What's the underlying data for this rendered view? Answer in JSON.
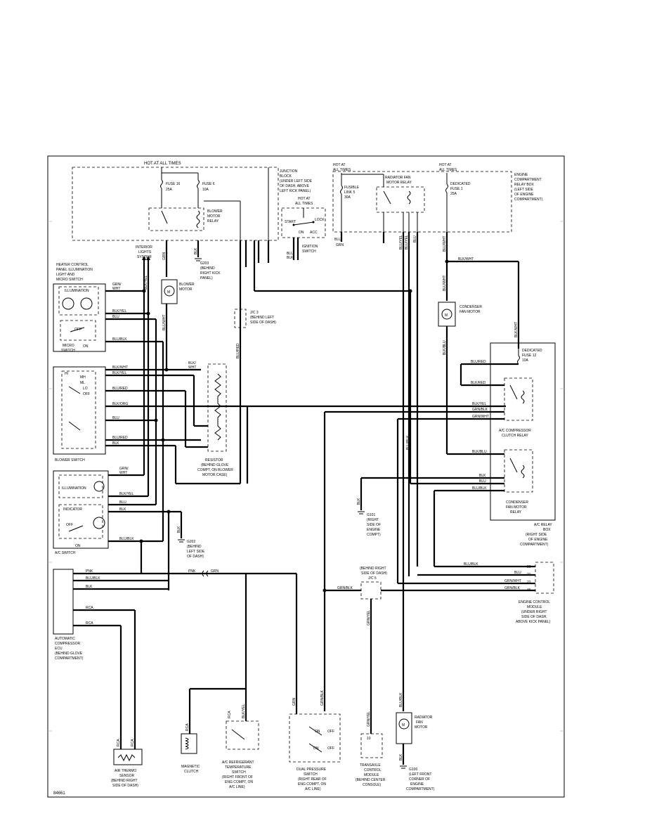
{
  "junction_block": {
    "hot": "HOT AT ALL TIMES",
    "fuse16": [
      "FUSE 16",
      "25A"
    ],
    "fuse6": [
      "FUSE 6",
      "10A"
    ],
    "blower_relay": [
      "BLOWER",
      "MOTOR",
      "RELAY"
    ],
    "title": [
      "JUNCTION",
      "BLOCK",
      "(UNDER LEFT SIDE",
      "OF DASH, ABOVE",
      "LEFT KICK PANEL)"
    ]
  },
  "ignition": {
    "hot": [
      "HOT AT",
      "ALL TIMES"
    ],
    "positions": [
      "START",
      "LOCK",
      "ON",
      "ACC"
    ],
    "title": [
      "IGNITION",
      "SWITCH"
    ],
    "wires": [
      "BLU/",
      "BLK"
    ]
  },
  "engine_box": {
    "hot_left": [
      "HOT AT",
      "ALL TIMES"
    ],
    "hot_right": [
      "HOT AT",
      "ALL TIMES"
    ],
    "fusible": [
      "FUSIBLE",
      "LINK 5",
      "30A"
    ],
    "fan_relay": [
      "RADIATOR FAN",
      "MOTOR RELAY"
    ],
    "fuse1": [
      "DEDICATED",
      "FUSE 1",
      "25A"
    ],
    "title": [
      "ENGINE",
      "COMPARTMENT",
      "RELAY BOX",
      "(LEFT SIDE",
      "OF ENGINE",
      "COMPARTMENT)"
    ]
  },
  "wire_labels": {
    "blu_grn": [
      "BLU",
      "GRN"
    ],
    "top_col1": "BLU/YEL",
    "top_col2": "BLU/YEL",
    "top_col3": "BLU",
    "blu_wht": "BLU/WHT",
    "blk_wht": "BLK/WHT",
    "blu_wht_v": "BLU/WHT",
    "blk_wht_v": "BLK/WHT",
    "blu_blk_v": "BLU/BLK",
    "blu_red_v": "BLU/RED",
    "blu_red_rel": "BLU/RED",
    "blk_red": "BLK/RED",
    "blk_yel": "BLK/YEL",
    "grn_blk": "GRN/BLK",
    "grn_wht": "GRN/WHT",
    "blk_blu": "BLK/BLU",
    "blk": "BLK",
    "blu": "BLU",
    "blu_blk": "BLU/BLK",
    "grn": "GRN",
    "grn_v": "GRN",
    "blk_v": "BLK",
    "pnk": "PNK",
    "grn_blk_v": "GRN/BLK",
    "grn_yel_v": "GRN/YEL",
    "blk_yel_v": "BLK/YEL",
    "blu_blk_h": "BLU/BLK",
    "blu_h": "BLU",
    "grn_wht_h": "GRN/WHT",
    "grn_blk_h": "GRN/BLK"
  },
  "ground_g203": [
    "G203",
    "(BEHIND",
    "RIGHT KICK",
    "PANEL)"
  ],
  "interior_lights": [
    "INTERIOR",
    "LIGHTS",
    "SYSTEM"
  ],
  "blower_motor": [
    "BLOWER",
    "MOTOR"
  ],
  "jc3": [
    "J/C 3",
    "(BEHIND LEFT",
    "SIDE OF DASH)"
  ],
  "heater_panel": {
    "title": [
      "HEATER CONTROL",
      "PANEL ILLUMINATION",
      "LIGHT AND",
      "MICRO SWITCH"
    ],
    "illumination": "ILLUMINATION",
    "off": "OFF",
    "on": "ON",
    "micro": [
      "MICRO",
      "SWITCH"
    ],
    "wires": [
      "GRN/",
      "WHT",
      "BLK/YEL",
      "BLU",
      "BLU/BLK"
    ]
  },
  "blower_switch": {
    "title": "BLOWER SWITCH",
    "positions": [
      "HI",
      "MH",
      "ML",
      "LO",
      "OFF"
    ],
    "wires": [
      "BLK/WHT",
      "BLK/YEL",
      "BLU/RED",
      "BLK/ORG",
      "BLU",
      "BLU/RED",
      "BLK"
    ]
  },
  "resistor": {
    "title": [
      "RESISTOR",
      "(BEHIND GLOVE",
      "COMPT, ON BLOWER",
      "MOTOR CASE)"
    ],
    "wires": [
      "BLK/",
      "WHT"
    ]
  },
  "ac_switch": {
    "title": "A/C SWITCH",
    "illumination": "ILLUMINATION",
    "indicator": "INDICATOR",
    "off": "OFF",
    "on": "ON",
    "wires": [
      "GRN/",
      "WHT",
      "BLK/YEL",
      "BLU",
      "BLK",
      "BLU/BLK"
    ]
  },
  "ground_g202": [
    "G202",
    "(BEHIND",
    "LEFT SIDE",
    "OF DASH)"
  ],
  "ground_g101": [
    "G101",
    "(RIGHT",
    "SIDE OF",
    "ENGINE",
    "COMPT)"
  ],
  "condenser_motor": [
    "CONDENSER",
    "FAN MOTOR"
  ],
  "relay_box": {
    "fuse12": [
      "DEDICATED",
      "FUSE 12",
      "10A"
    ],
    "clutch_relay": [
      "A/C COMPRESSOR",
      "CLUTCH RELAY"
    ],
    "fan_relay": [
      "CONDENSER",
      "FAN MOTOR",
      "RELAY"
    ],
    "title": [
      "A/C RELAY",
      "BOX",
      "(RIGHT SIDE",
      "OF ENGINE",
      "COMPARTMENT)"
    ]
  },
  "jc5": [
    "(BEHIND RIGHT",
    "SIDE OF DASH)",
    "J/C 5"
  ],
  "ecm": {
    "pins": [
      "20",
      "21",
      "22",
      "45"
    ],
    "title": [
      "ENGINE CONTROL",
      "MODULE",
      "(UNDER RIGHT",
      "SIDE OF DASH,",
      "ABOVE KICK PANEL)"
    ]
  },
  "auto_ecu": {
    "title": [
      "AUTOMATIC",
      "COMPRESSOR",
      "ECU",
      "(BEHIND GLOVE",
      "COMPARTMENT)"
    ],
    "wires": [
      "PNK",
      "BLU/BLK",
      "BLK",
      "RCA",
      "RCA"
    ]
  },
  "air_thermo": {
    "title": [
      "AIR THERMO",
      "SENSOR",
      "(BEHIND RIGHT",
      "SIDE OF DASH)"
    ],
    "wires": [
      "RCA",
      "RCA"
    ]
  },
  "clutch": {
    "title": [
      "MAGNETIC",
      "CLUTCH"
    ],
    "wire": "RCA"
  },
  "refrig_switch": {
    "title": [
      "A/C REFRIGERANT",
      "TEMPERATURE",
      "SWITCH",
      "(RIGHT FRONT OF",
      "ENG COMPT, ON",
      "A/C LINE)"
    ],
    "wires": [
      "RCA",
      "BLK/YEL"
    ]
  },
  "dual_pressure": {
    "title": [
      "DUAL PRESSURE",
      "SWITCH",
      "(RIGHT REAR OF",
      "ENG COMPT, ON",
      "A/C LINE)"
    ],
    "labels": [
      "ON",
      "OFF",
      "ON",
      "OFF"
    ],
    "wires": [
      "GRN",
      "GRN/BLK"
    ]
  },
  "transaxle": {
    "title": [
      "TRANSAXLE",
      "CONTROL",
      "MODULE",
      "(BEHIND CENTER",
      "CONSOLE)"
    ],
    "wire": "GRN/YEL",
    "pin": "10"
  },
  "radiator_motor": {
    "title": [
      "RADIATOR",
      "FAN",
      "MOTOR"
    ],
    "wire": "BLU/BLK",
    "wire2": "BLK"
  },
  "ground_g100": [
    "G100",
    "(LEFT FRONT",
    "CORNER OF",
    "ENGINE",
    "COMPARTMENT)"
  ],
  "diagram_id": "84661"
}
